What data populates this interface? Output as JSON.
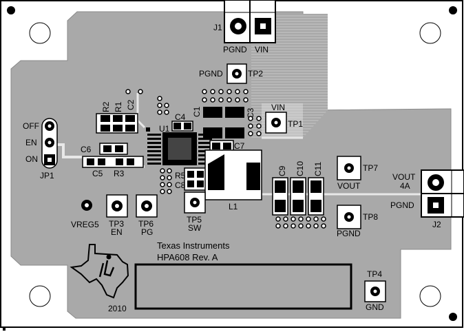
{
  "board": {
    "company": "Texas Instruments",
    "revision": "HPA608 Rev. A",
    "year": "2010"
  },
  "connectors": {
    "j1": {
      "ref": "J1",
      "pins": [
        "PGND",
        "VIN"
      ]
    },
    "j2": {
      "ref": "J2",
      "pins": [
        "VOUT",
        "4A",
        "PGND"
      ]
    },
    "jp1": {
      "ref": "JP1",
      "pins": [
        "OFF",
        "EN",
        "ON"
      ]
    }
  },
  "test_points": {
    "tp1": {
      "ref": "TP1",
      "net": "VIN"
    },
    "tp2": {
      "ref": "TP2",
      "net": "PGND"
    },
    "tp3": {
      "ref": "TP3",
      "net": "EN"
    },
    "tp4": {
      "ref": "TP4",
      "net": "GND"
    },
    "tp5": {
      "ref": "TP5",
      "net": "SW"
    },
    "tp6": {
      "ref": "TP6",
      "net": "PG"
    },
    "tp7": {
      "ref": "TP7",
      "net": "VOUT"
    },
    "tp8": {
      "ref": "TP8",
      "net": "PGND"
    },
    "vreg5": "VREG5"
  },
  "components": {
    "u1": "U1",
    "l1": "L1",
    "r1": "R1",
    "r2": "R2",
    "r3": "R3",
    "r5": "R5",
    "c1": "C1",
    "c2": "C2",
    "c3": "C3",
    "c4": "C4",
    "c5": "C5",
    "c6": "C6",
    "c7": "C7",
    "c8": "C8",
    "c9": "C9",
    "c10": "C10",
    "c11": "C11"
  },
  "colors": {
    "copper": "#a8a8a8",
    "copper_hatch": "#9a9a9a",
    "pad": "#000000",
    "silkscreen": "#000000",
    "background": "#ffffff"
  }
}
